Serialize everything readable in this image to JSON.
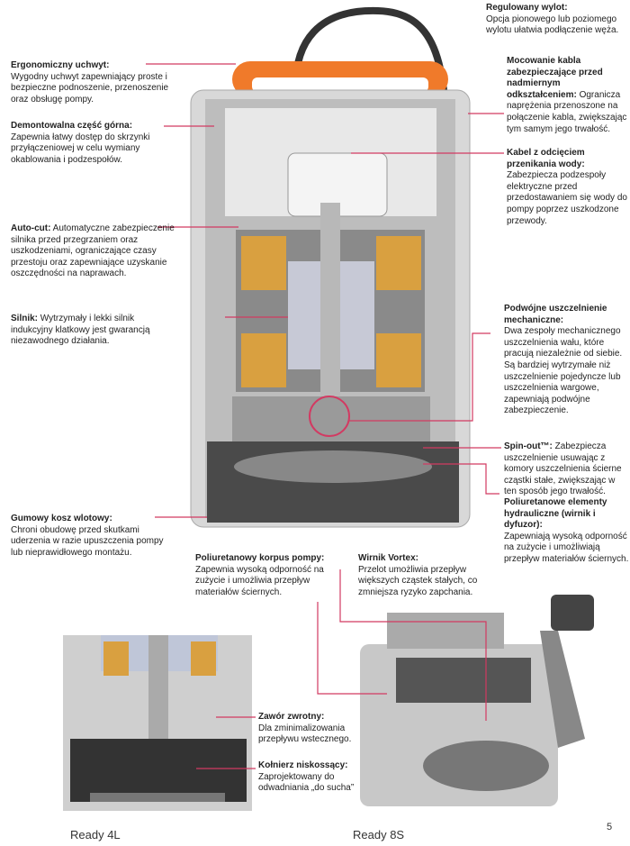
{
  "annotations": {
    "outlet": {
      "title": "Regulowany wylot:",
      "text": "Opcja pionowego lub poziomego wylotu ułatwia podłączenie węża."
    },
    "handle": {
      "title": "Ergonomiczny uchwyt:",
      "text": "Wygodny uchwyt zapewniający proste i bezpieczne podnoszenie, przenoszenie oraz obsługę pompy."
    },
    "top": {
      "title": "Demontowalna część górna:",
      "text": "Zapewnia łatwy dostęp do skrzynki przyłączeniowej w celu wymiany okablowania i podzespołów."
    },
    "autocut": {
      "title": "Auto-cut:",
      "text": "Automatyczne zabezpieczenie silnika przed przegrzaniem oraz uszkodzeniami, ograniczające czasy przestoju oraz zapewniające uzyskanie oszczędności na naprawach."
    },
    "motor": {
      "title": "Silnik:",
      "text": "Wytrzymały i lekki silnik indukcyjny klatkowy jest gwarancją niezawodnego działania."
    },
    "strainer": {
      "title": "Gumowy kosz wlotowy:",
      "text": "Chroni obudowę przed skutkami uderzenia w razie upuszczenia pompy lub nieprawidłowego montażu."
    },
    "cable_fix": {
      "title": "Mocowanie kabla zabezpieczające przed nadmiernym odkształceniem:",
      "text": "Ogranicza naprężenia przenoszone na połączenie kabla, zwiększając tym samym jego trwałość."
    },
    "cable": {
      "title": "Kabel z odcięciem przenikania wody:",
      "text": "Zabezpiecza podzespoły elektryczne przed przedostawaniem się wody do pompy poprzez uszkodzone przewody."
    },
    "seal": {
      "title": "Podwójne uszczelnienie mechaniczne:",
      "text": "Dwa zespoły mechanicznego uszczelnienia wału, które pracują niezależnie od siebie. Są bardziej wytrzymałe niż uszczelnienie pojedyncze lub uszczelnienia wargowe, zapewniają podwójne zabezpieczenie."
    },
    "spinout": {
      "title": "Spin-out™:",
      "text": "Zabezpiecza uszczelnienie usuwając z komory uszczelnienia ścierne cząstki stałe, zwiększając w ten sposób jego trwałość."
    },
    "hydraulics": {
      "title": "Poliuretanowe elementy hydrauliczne (wirnik i dyfuzor):",
      "text": "Zapewniają wysoką odporność na zużycie i umożliwiają przepływ materiałów ściernych."
    },
    "casing": {
      "title": "Poliuretanowy korpus pompy:",
      "text": "Zapewnia wysoką odporność na zużycie i umożliwia przepływ materiałów ściernych."
    },
    "vortex": {
      "title": "Wirnik Vortex:",
      "text": "Przelot umożliwia przepływ większych cząstek stałych, co zmniejsza ryzyko zapchania."
    },
    "valve": {
      "title": "Zawór zwrotny:",
      "text": "Dla zminimalizowania przepływu wstecznego."
    },
    "collar": {
      "title": "Kołnierz niskossący:",
      "text": "Zaprojektowany do odwadniania „do sucha”"
    }
  },
  "captions": {
    "left": "Ready 4L",
    "right": "Ready 8S"
  },
  "page_number": "5",
  "colors": {
    "leader": "#d23a62",
    "handle": "#f07a2a",
    "stator": "#d9a040"
  }
}
